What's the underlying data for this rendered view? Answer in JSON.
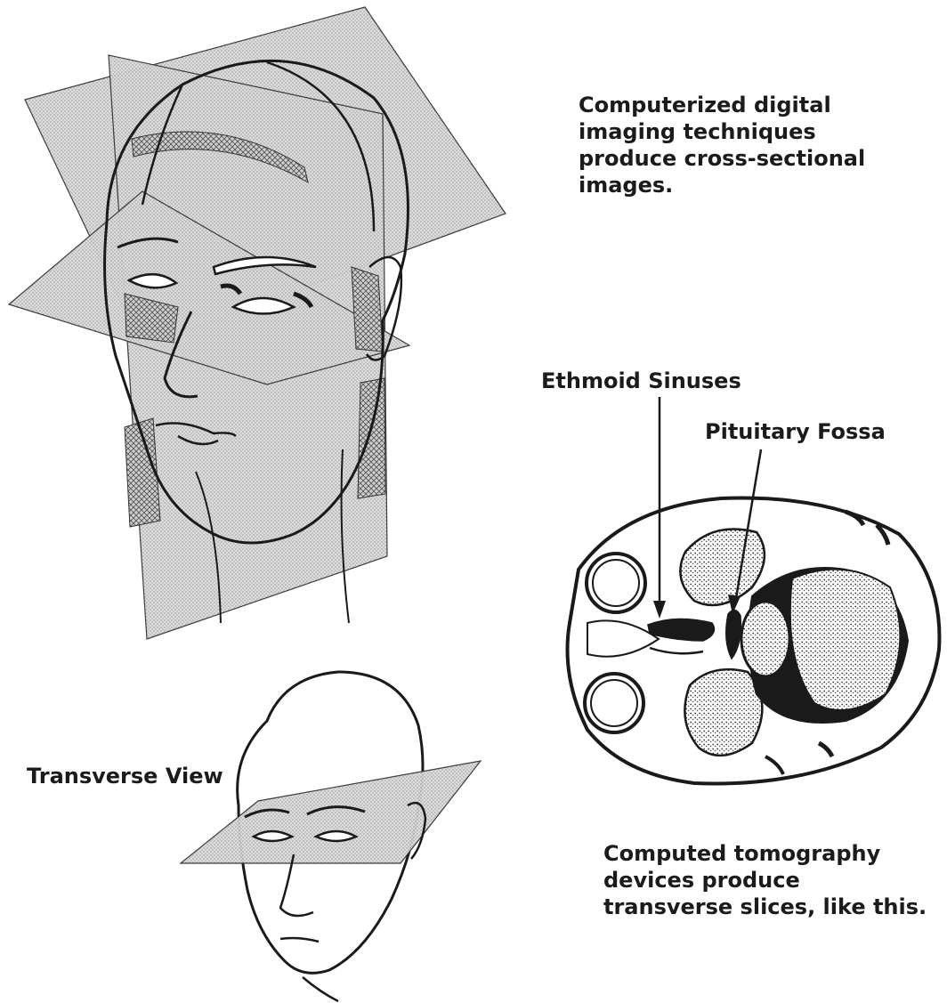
{
  "captions": {
    "top": "Computerized digital imaging techniques produce cross-sectional images.",
    "bottom": "Computed tomography devices produce transverse slices, like this."
  },
  "labels": {
    "ethmoid": "Ethmoid Sinuses",
    "pituitary": "Pituitary Fossa",
    "transverse_view": "Transverse View"
  }
}
